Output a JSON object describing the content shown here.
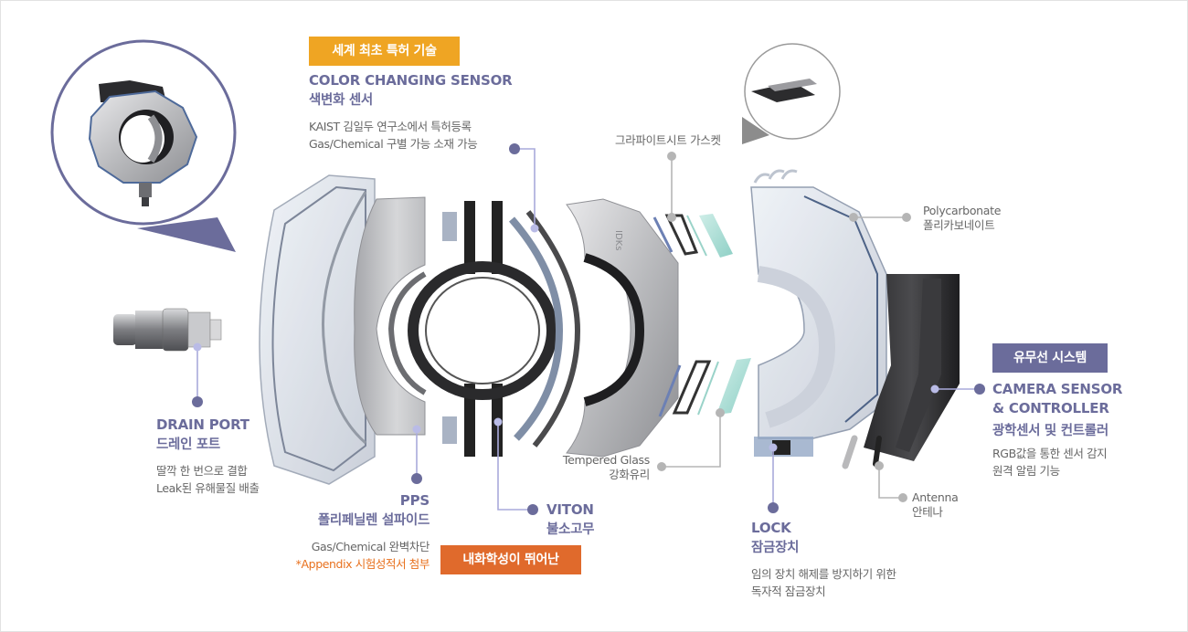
{
  "colors": {
    "accent_purple": "#6b6c9b",
    "line_purple_light": "#a9aadb",
    "line_gray": "#b5b5b5",
    "badge_yellow": "#efa523",
    "badge_orange": "#e06a2c",
    "badge_purple": "#6b6c9b",
    "text_orange": "#e8711e"
  },
  "badges": {
    "patent": "세계 최초 특허 기술",
    "chemical_resistant": "내화학성이 뛰어난",
    "wired_wireless": "유무선 시스템"
  },
  "callouts": {
    "color_sensor": {
      "title": "COLOR CHANGING SENSOR",
      "title_ko": "색변화 센서",
      "desc": [
        "KAIST 김일두 연구소에서 특허등록",
        "Gas/Chemical 구별 가능 소재 가능"
      ]
    },
    "drain_port": {
      "title": "DRAIN PORT",
      "title_ko": "드레인 포트",
      "desc": [
        "딸깍 한 번으로 결합",
        "Leak된 유해물질 배출"
      ]
    },
    "pps": {
      "title": "PPS",
      "title_ko": "폴리페닐렌 설파이드",
      "desc": [
        "Gas/Chemical 완벽차단"
      ],
      "note": "*Appendix 시험성적서 첨부"
    },
    "viton": {
      "title": "VITON",
      "title_ko": "불소고무"
    },
    "graphite_gasket": {
      "label": "그라파이트시트 가스켓"
    },
    "tempered_glass": {
      "label": "Tempered Glass",
      "label_ko": "강화유리"
    },
    "polycarbonate": {
      "label": "Polycarbonate",
      "label_ko": "폴리카보네이트"
    },
    "camera_sensor": {
      "title_line1": "CAMERA SENSOR",
      "title_line2": "& CONTROLLER",
      "title_ko": "광학센서 및 컨트롤러",
      "desc": [
        "RGB값을 통한 센서 감지",
        "원격 알림 기능"
      ]
    },
    "lock": {
      "title": "LOCK",
      "title_ko": "잠금장치",
      "desc": [
        "임의 장치 해제를 방지하기 위한",
        "독자적 잠금장치"
      ]
    },
    "antenna": {
      "label": "Antenna",
      "label_ko": "안테나"
    }
  },
  "parts": {
    "middle_shell_logo": "IDKs"
  }
}
